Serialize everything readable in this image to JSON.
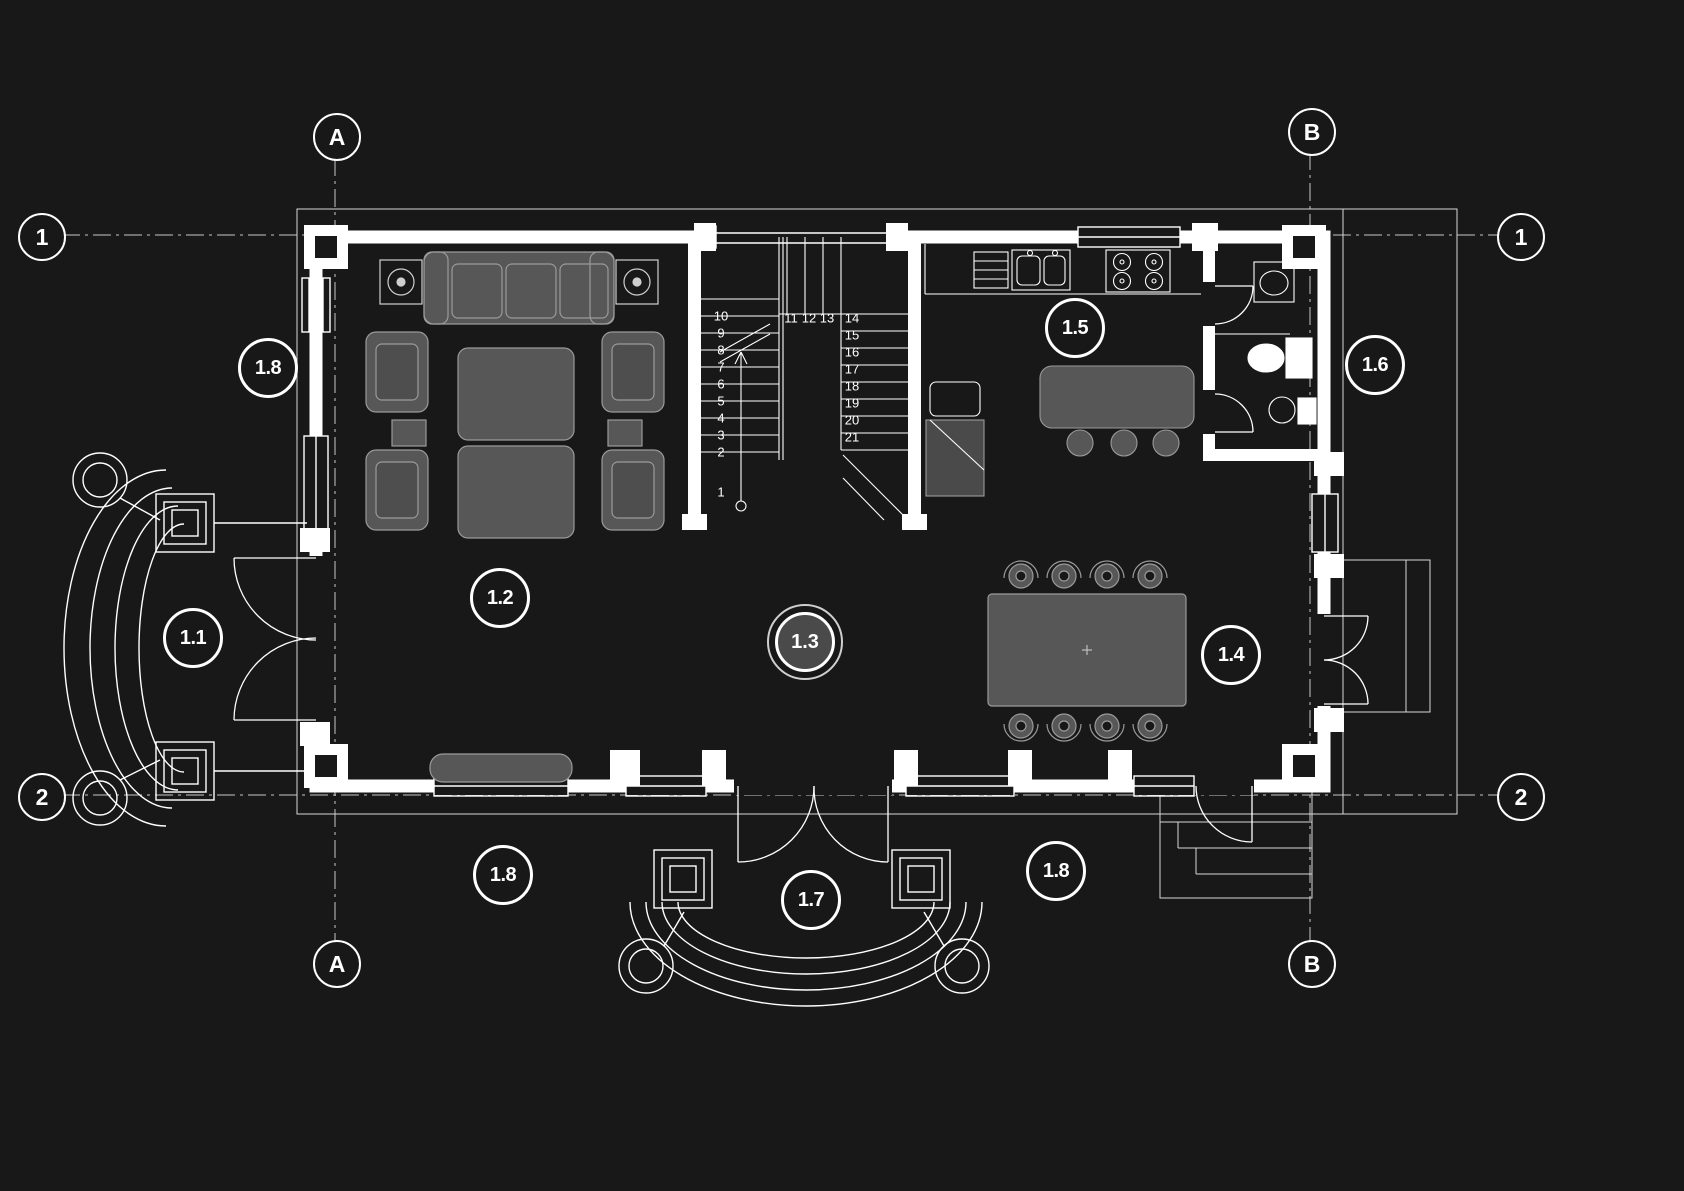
{
  "colors": {
    "background": "#181818",
    "line": "#ffffff",
    "furniture_fill": "#575757",
    "hall_tag_fill": "#4a4a4a"
  },
  "grid": {
    "col_a": "A",
    "col_b": "B",
    "row_1": "1",
    "row_2": "2"
  },
  "rooms": [
    {
      "label": "1.8"
    },
    {
      "label": "1.1"
    },
    {
      "label": "1.2"
    },
    {
      "label": "1.3"
    },
    {
      "label": "1.4"
    },
    {
      "label": "1.5"
    },
    {
      "label": "1.6"
    },
    {
      "label": "1.8"
    },
    {
      "label": "1.7"
    },
    {
      "label": "1.8"
    }
  ],
  "stairs": {
    "left": [
      "10",
      "9",
      "8",
      "7",
      "6",
      "5",
      "4",
      "3",
      "2"
    ],
    "start": "1",
    "top": [
      "11",
      "12",
      "13"
    ],
    "right": [
      "14",
      "15",
      "16",
      "17",
      "18",
      "19",
      "20",
      "21"
    ]
  }
}
